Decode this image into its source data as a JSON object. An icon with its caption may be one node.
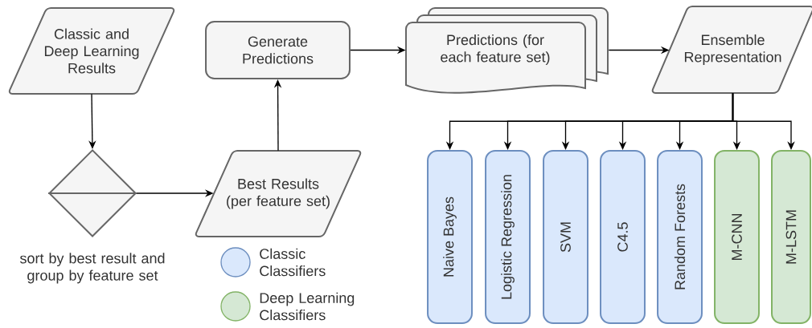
{
  "diagram": {
    "nodes": [
      {
        "text": [
          "Classic and Deep Learning Results"
        ]
      },
      {
        "text": [],
        "shape": "diamond",
        "beside": [
          "sort by best result and group by feature set"
        ]
      },
      {
        "text": [
          "Best Results (per feature set)"
        ]
      },
      {
        "text": [
          "Generate Predictions"
        ]
      },
      {
        "text": [
          "Predictions (for each feature set)"
        ]
      },
      {
        "text": [
          "Ensemble Representation"
        ]
      },
      {
        "text": [
          "Naive Bayes"
        ]
      },
      {
        "text": [
          "Logistic Regression"
        ]
      },
      {
        "text": [
          "SVM"
        ]
      },
      {
        "text": [
          "C4.5"
        ]
      },
      {
        "text": [
          "Random Forests"
        ]
      },
      {
        "text": [
          "M-CNN"
        ]
      },
      {
        "text": [
          "M-LSTM"
        ]
      }
    ],
    "edges": [
      {
        "from": 0,
        "to": 1,
        "arrow": "to"
      },
      {
        "from": 1,
        "to": 2,
        "arrow": "to"
      },
      {
        "from": 2,
        "to": 3,
        "arrow": "to"
      },
      {
        "from": 3,
        "to": 4,
        "arrow": "to"
      },
      {
        "from": 4,
        "to": 5,
        "arrow": "to"
      },
      {
        "from": 5,
        "to": 6,
        "arrow": "to"
      },
      {
        "from": 5,
        "to": 7,
        "arrow": "to"
      },
      {
        "from": 5,
        "to": 8,
        "arrow": "to"
      },
      {
        "from": 5,
        "to": 9,
        "arrow": "to"
      },
      {
        "from": 5,
        "to": 10,
        "arrow": "to"
      },
      {
        "from": 5,
        "to": 11,
        "arrow": "to"
      },
      {
        "from": 5,
        "to": 12,
        "arrow": "to"
      }
    ],
    "legend": [
      {
        "text": "Classic Classifiers",
        "color": "#dae8fc"
      },
      {
        "text": "Deep Learning Classifiers",
        "color": "#d5e8d4"
      }
    ]
  }
}
